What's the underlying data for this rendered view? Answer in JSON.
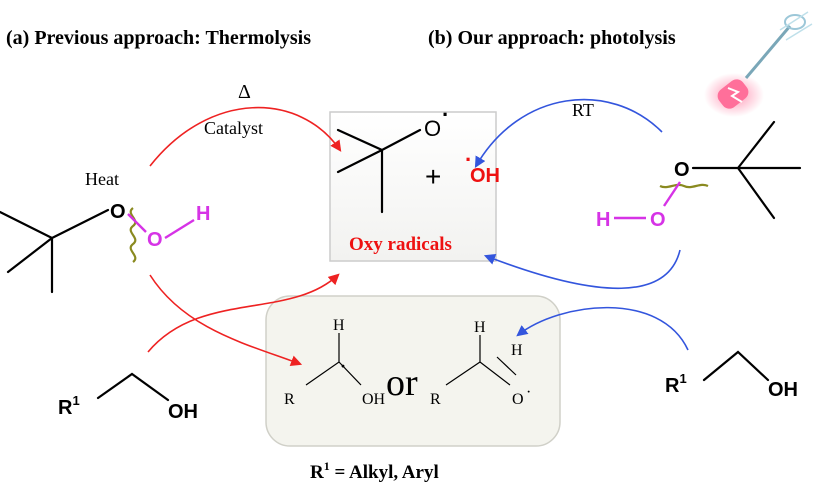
{
  "titles": {
    "left": "(a) Previous approach: Thermolysis",
    "right": "(b) Our approach: photolysis"
  },
  "conditions": {
    "delta": "Δ",
    "catalyst": "Catalyst",
    "heat": "Heat",
    "rt": "RT"
  },
  "center": {
    "plus": "+",
    "oxygen_radical": "O",
    "radical_dot": "·",
    "hydroxyl_radical": "OH",
    "caption": "Oxy radicals"
  },
  "atoms": {
    "o": "O",
    "h": "H",
    "r1": "R",
    "sup1": "1",
    "oh": "OH"
  },
  "bottom": {
    "r": "R",
    "h": "H",
    "oh": "OH",
    "o": "O",
    "dot": "·",
    "or": "or",
    "caption_r": "R",
    "caption_sup": "1",
    "caption_rest": " = Alkyl, Aryl"
  },
  "colors": {
    "thermal_arrow": "#ee2222",
    "photo_arrow": "#3355dd",
    "peroxide_o": "#d633e6",
    "radical_text": "#ee1111",
    "wavy_bond": "#8a8a20"
  }
}
